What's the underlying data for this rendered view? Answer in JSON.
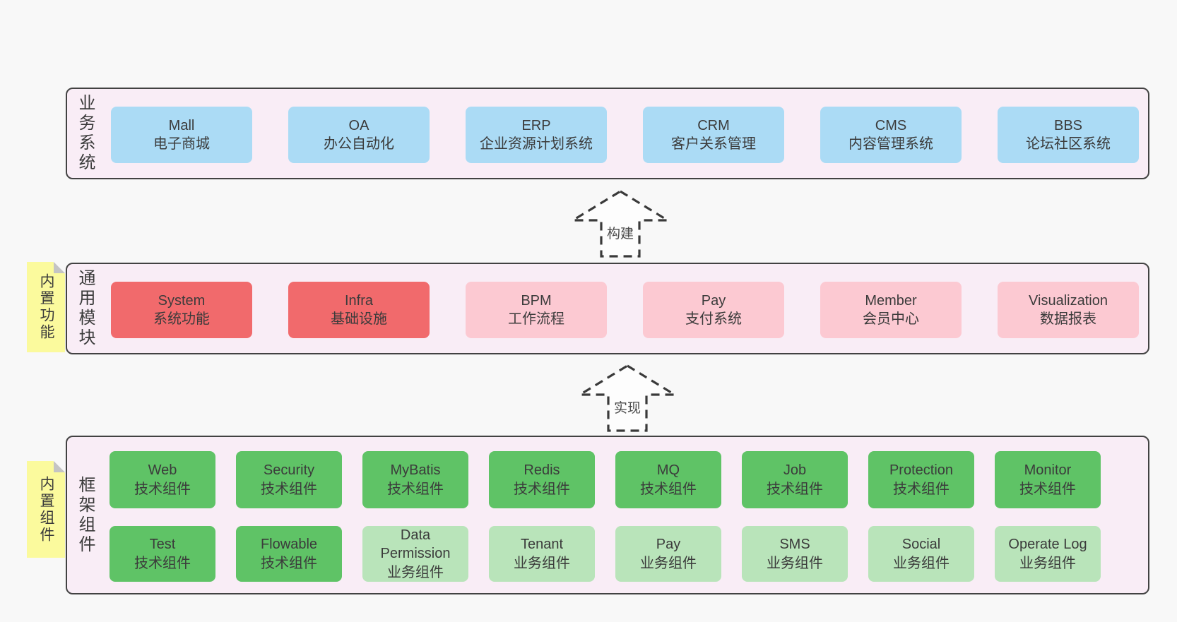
{
  "page": {
    "background": "#f8f8f8"
  },
  "colors": {
    "band_fill": "#f9edf6",
    "band_border": "#424242",
    "box_blue": "#abdbf5",
    "box_red": "#f16a6c",
    "box_pink": "#fcc9d2",
    "box_green": "#5fc366",
    "box_green_light": "#b9e4ba",
    "note_yellow": "#fbfa9d",
    "text": "#3b3b3b"
  },
  "arrows": [
    {
      "label": "构建"
    },
    {
      "label": "实现"
    }
  ],
  "bands": [
    {
      "label": "业务系统",
      "boxes": [
        {
          "title": "Mall",
          "subtitle": "电子商城"
        },
        {
          "title": "OA",
          "subtitle": "办公自动化"
        },
        {
          "title": "ERP",
          "subtitle": "企业资源计划系统"
        },
        {
          "title": "CRM",
          "subtitle": "客户关系管理"
        },
        {
          "title": "CMS",
          "subtitle": "内容管理系统"
        },
        {
          "title": "BBS",
          "subtitle": "论坛社区系统"
        }
      ]
    },
    {
      "label": "通用模块",
      "note": "内置功能",
      "boxes": [
        {
          "title": "System",
          "subtitle": "系统功能"
        },
        {
          "title": "Infra",
          "subtitle": "基础设施"
        },
        {
          "title": "BPM",
          "subtitle": "工作流程"
        },
        {
          "title": "Pay",
          "subtitle": "支付系统"
        },
        {
          "title": "Member",
          "subtitle": "会员中心"
        },
        {
          "title": "Visualization",
          "subtitle": "数据报表"
        }
      ]
    },
    {
      "label": "框架组件",
      "note": "内置组件",
      "row1": [
        {
          "title": "Web",
          "subtitle": "技术组件"
        },
        {
          "title": "Security",
          "subtitle": "技术组件"
        },
        {
          "title": "MyBatis",
          "subtitle": "技术组件"
        },
        {
          "title": "Redis",
          "subtitle": "技术组件"
        },
        {
          "title": "MQ",
          "subtitle": "技术组件"
        },
        {
          "title": "Job",
          "subtitle": "技术组件"
        },
        {
          "title": "Protection",
          "subtitle": "技术组件"
        },
        {
          "title": "Monitor",
          "subtitle": "技术组件"
        }
      ],
      "row2": [
        {
          "title": "Test",
          "subtitle": "技术组件"
        },
        {
          "title": "Flowable",
          "subtitle": "技术组件"
        },
        {
          "title": "Data Permission",
          "subtitle": "业务组件"
        },
        {
          "title": "Tenant",
          "subtitle": "业务组件"
        },
        {
          "title": "Pay",
          "subtitle": "业务组件"
        },
        {
          "title": "SMS",
          "subtitle": "业务组件"
        },
        {
          "title": "Social",
          "subtitle": "业务组件"
        },
        {
          "title": "Operate Log",
          "subtitle": "业务组件"
        }
      ]
    }
  ]
}
